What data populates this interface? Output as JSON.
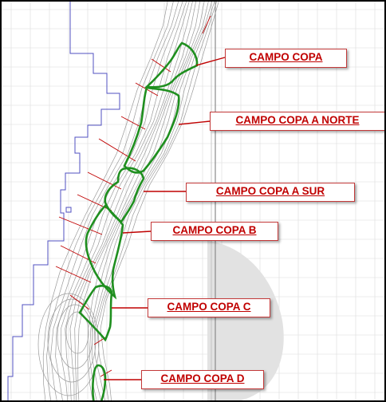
{
  "map": {
    "fields": [
      {
        "id": "copa",
        "label": "CAMPO COPA"
      },
      {
        "id": "copa-a-norte",
        "label": "CAMPO COPA A NORTE"
      },
      {
        "id": "copa-a-sur",
        "label": "CAMPO COPA A SUR"
      },
      {
        "id": "copa-b",
        "label": "CAMPO COPA B"
      },
      {
        "id": "copa-c",
        "label": "CAMPO COPA C"
      },
      {
        "id": "copa-d",
        "label": "CAMPO COPA D"
      }
    ],
    "colors": {
      "boundary": "#1f8f1f",
      "callout": "#c00000",
      "label_border": "#c43a3a",
      "contour": "#9a9a9a",
      "grid": "#dcdcdc",
      "survey_line": "#5050c0",
      "watermark": "#e2e2e2"
    }
  }
}
